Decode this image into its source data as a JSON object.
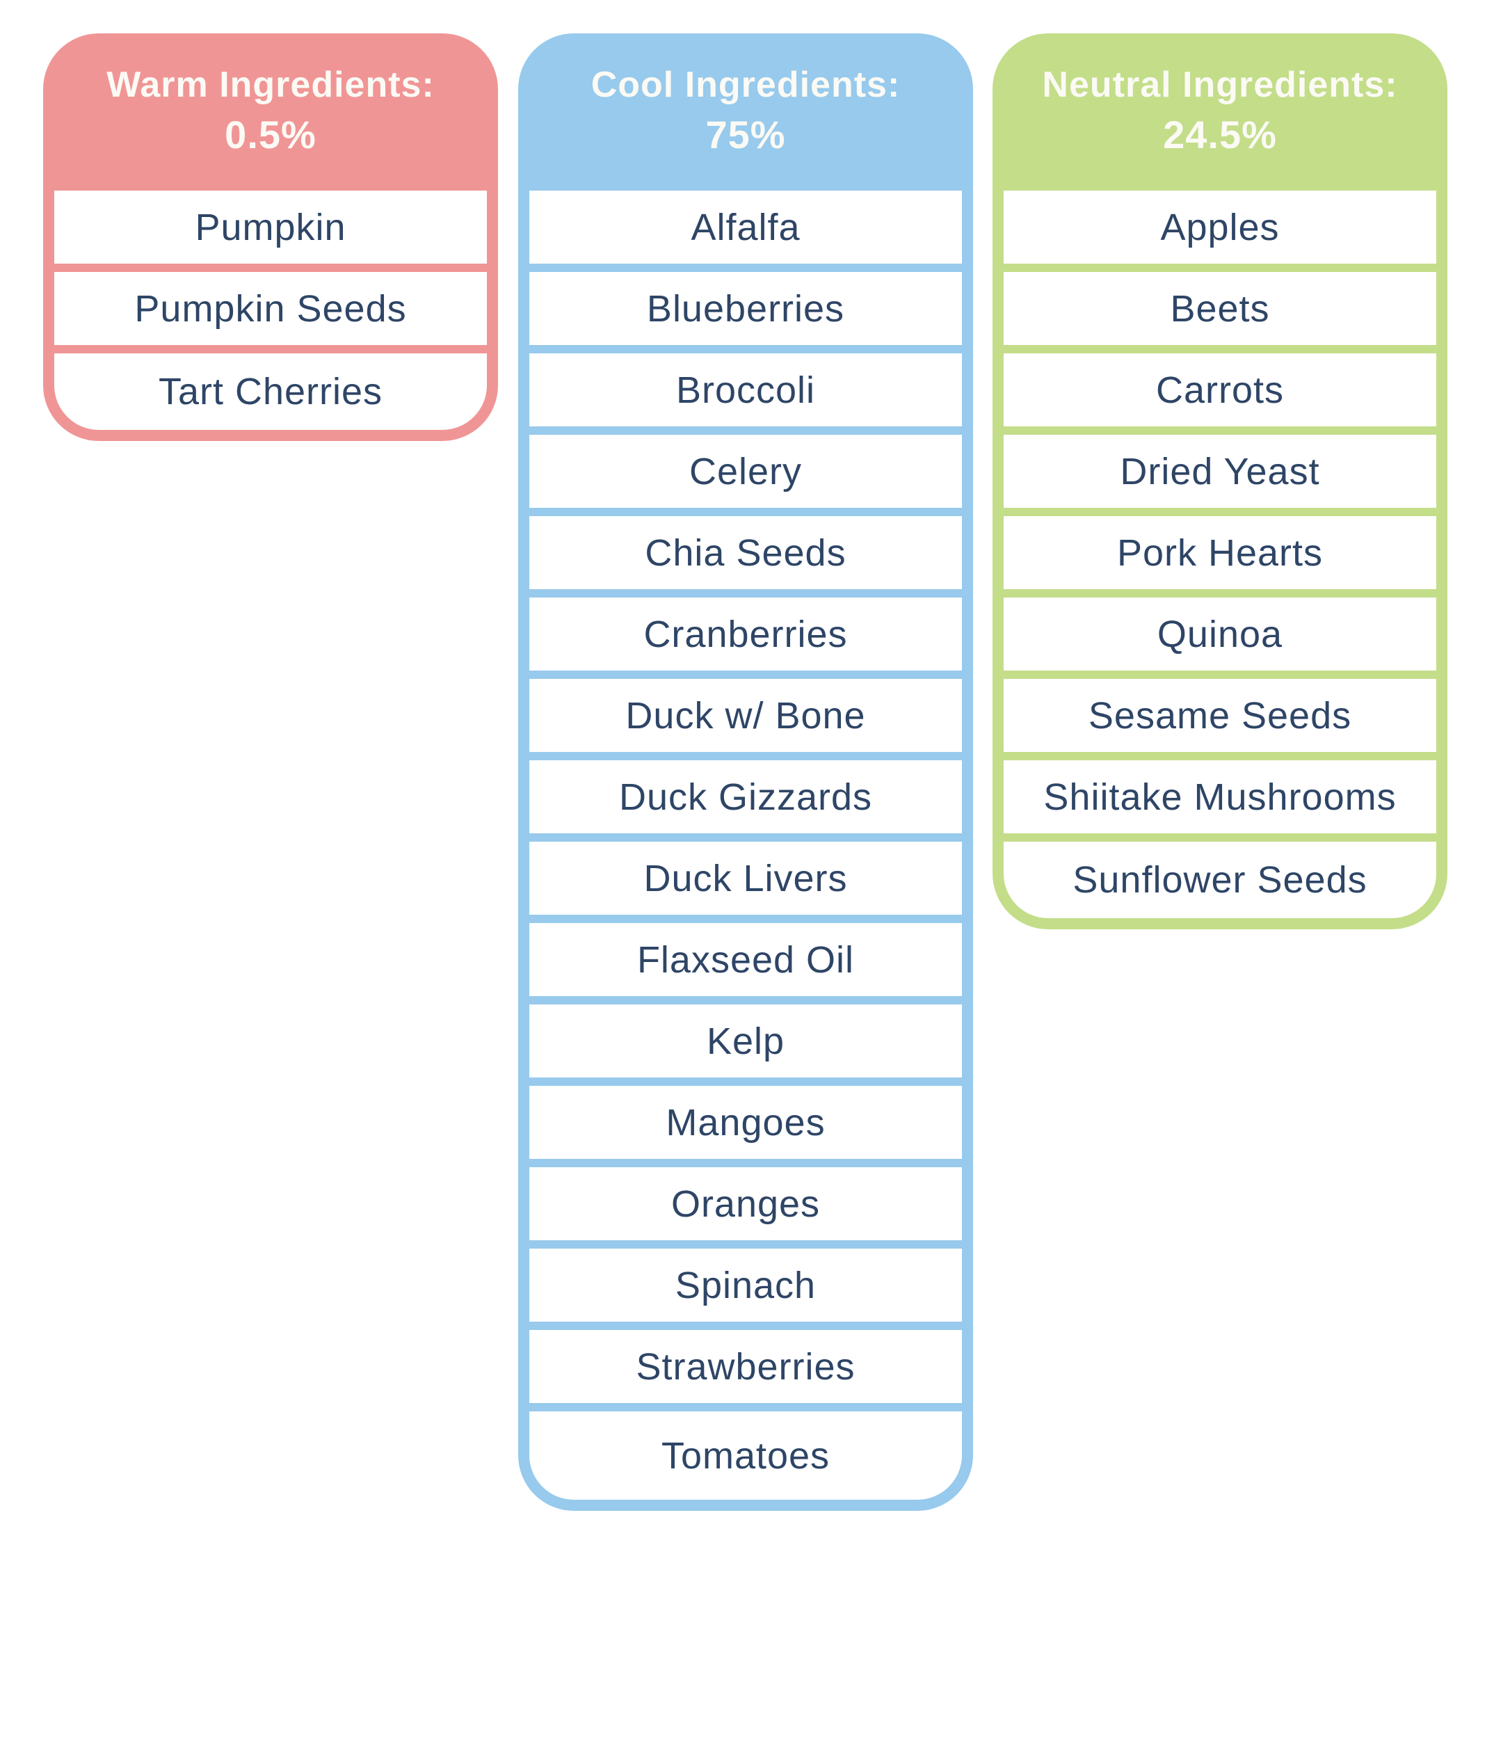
{
  "colors": {
    "warm": "#F09595",
    "cool": "#97CAEC",
    "neutral": "#C3DD89",
    "text": "#2E4566",
    "header_text": "#FBFAF5"
  },
  "warm": {
    "title": "Warm Ingredients:",
    "percent": "0.5%",
    "items": [
      "Pumpkin",
      "Pumpkin Seeds",
      "Tart Cherries"
    ]
  },
  "cool": {
    "title": "Cool Ingredients:",
    "percent": "75%",
    "items": [
      "Alfalfa",
      "Blueberries",
      "Broccoli",
      "Celery",
      "Chia Seeds",
      "Cranberries",
      "Duck w/ Bone",
      "Duck Gizzards",
      "Duck Livers",
      "Flaxseed Oil",
      "Kelp",
      "Mangoes",
      "Oranges",
      "Spinach",
      "Strawberries",
      "Tomatoes"
    ]
  },
  "neutral": {
    "title": "Neutral Ingredients:",
    "percent": "24.5%",
    "items": [
      "Apples",
      "Beets",
      "Carrots",
      "Dried Yeast",
      "Pork Hearts",
      "Quinoa",
      "Sesame Seeds",
      "Shiitake Mushrooms",
      "Sunflower Seeds"
    ]
  }
}
